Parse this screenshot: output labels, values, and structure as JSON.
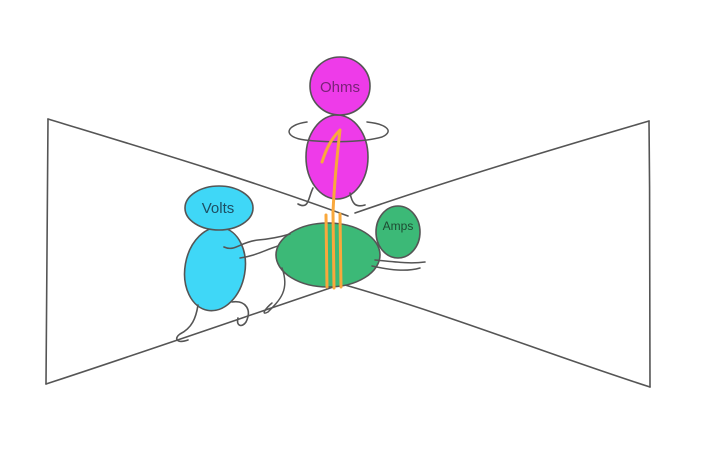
{
  "labels": {
    "ohms": "Ohms",
    "volts": "Volts",
    "amps": "Amps"
  },
  "colors": {
    "outline": "#555555",
    "ohms_fill": "#ee3be9",
    "volts_fill": "#3fd7f7",
    "amps_fill": "#3cb977",
    "pipe_stripes": "#f9a83c",
    "background": "#ffffff"
  }
}
